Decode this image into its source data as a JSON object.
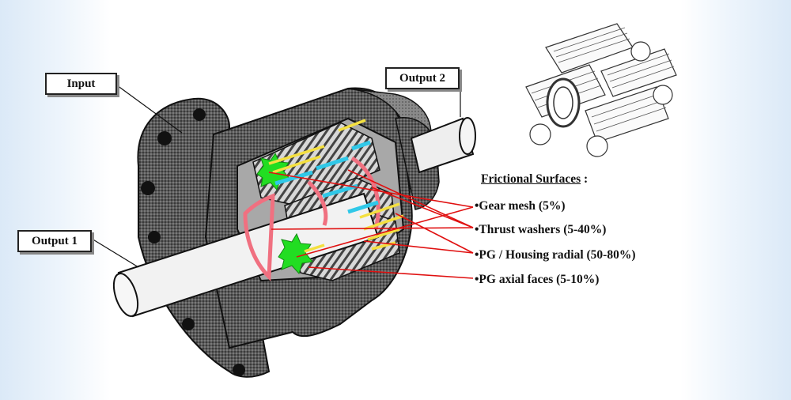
{
  "callouts": {
    "input": "Input",
    "output1": "Output 1",
    "output2": "Output 2"
  },
  "legend": {
    "heading": "Frictional Surfaces",
    "heading_suffix": " :",
    "items": [
      "•Gear mesh (5%)",
      "•Thrust washers (5-40%)",
      "•PG / Housing radial (50-80%)",
      "•PG axial faces  (5-10%)"
    ]
  },
  "colors": {
    "leader": "#e01010",
    "gear_green": "#22dd22",
    "washer_red": "#f07080",
    "radial_yellow": "#f4e040",
    "axial_cyan": "#30c8e8",
    "housing": "#555555"
  }
}
